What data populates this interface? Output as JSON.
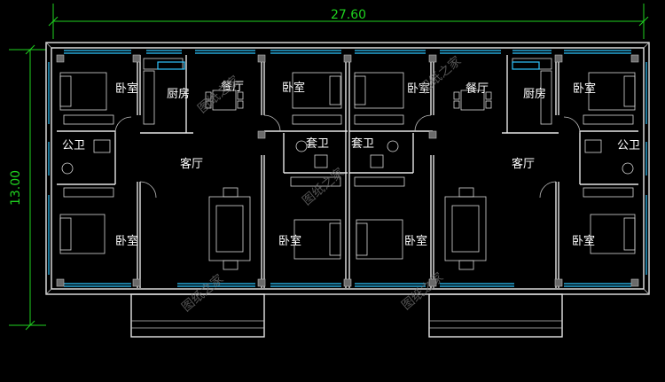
{
  "dimensions": {
    "width_label": "27.60",
    "height_label": "13.00"
  },
  "rooms": {
    "bedroom_label": "卧室",
    "kitchen_label": "厨房",
    "dining_label": "餐厅",
    "living_label": "客厅",
    "public_bath_label": "公卫",
    "ensuite_bath_label": "套卫"
  },
  "watermark": "图纸之家",
  "colors": {
    "background": "#000000",
    "walls": "#e6e6e6",
    "windows": "#2ec5ff",
    "dimension": "#1fd21f"
  }
}
